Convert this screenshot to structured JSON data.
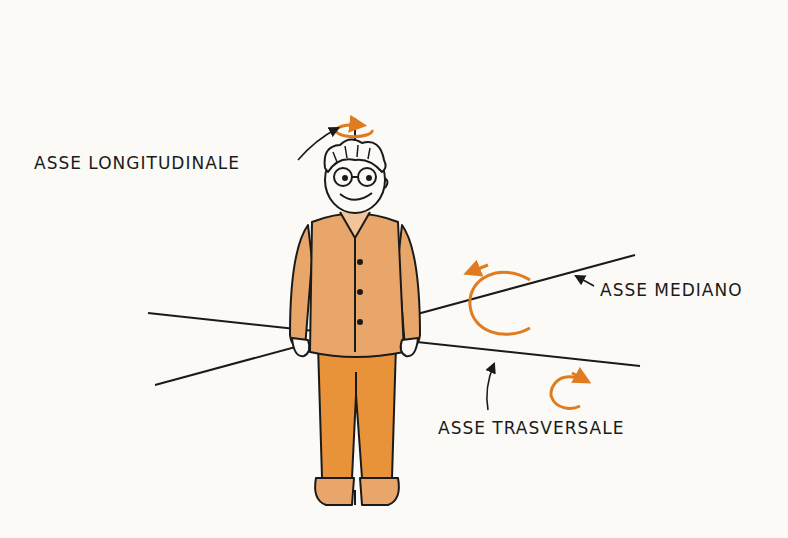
{
  "diagram": {
    "labels": [
      "ASSE LONGITUDINALE",
      "ASSE MEDIANO",
      "ASSE TRASVERSALE"
    ]
  }
}
